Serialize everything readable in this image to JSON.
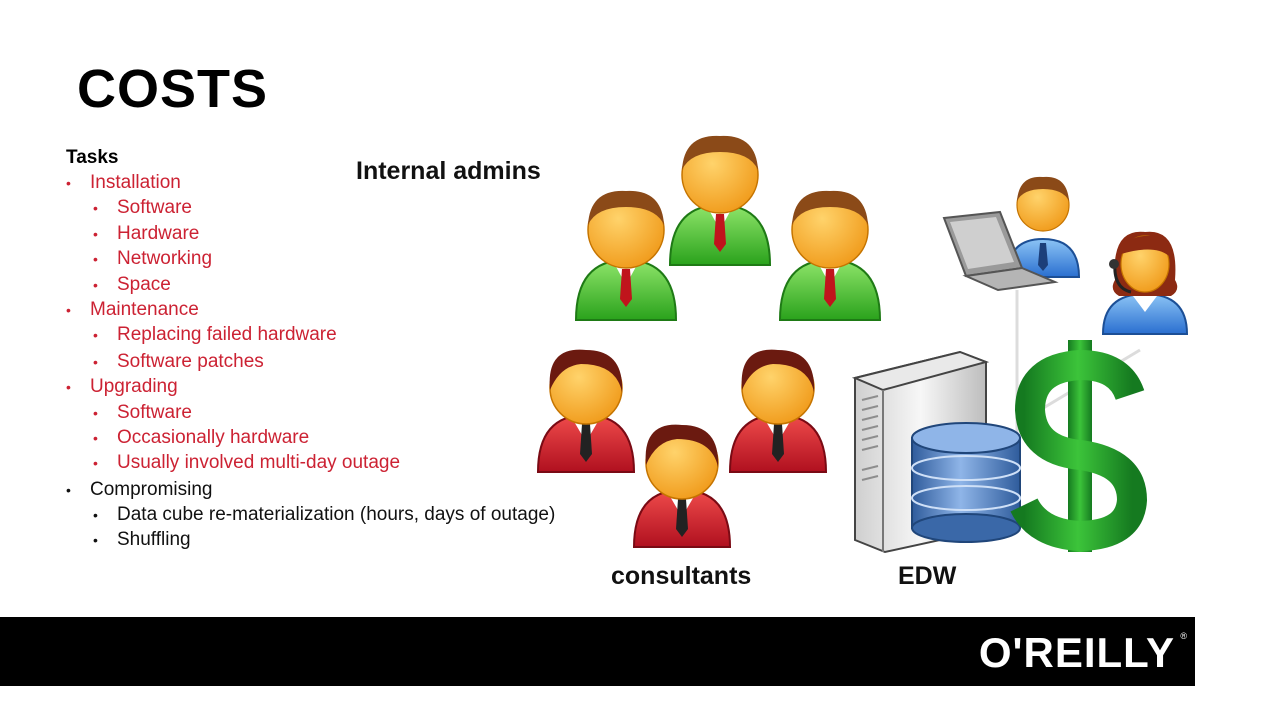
{
  "slide": {
    "title": "COSTS",
    "tasks_heading": "Tasks",
    "bullets": [
      {
        "text": "Installation",
        "level": 1,
        "color": "red"
      },
      {
        "text": "Software",
        "level": 2,
        "color": "red"
      },
      {
        "text": "Hardware",
        "level": 2,
        "color": "red"
      },
      {
        "text": "Networking",
        "level": 2,
        "color": "red"
      },
      {
        "text": "Space",
        "level": 2,
        "color": "red"
      },
      {
        "text": "Maintenance",
        "level": 1,
        "color": "red"
      },
      {
        "text": "Replacing failed hardware",
        "level": 2,
        "color": "red"
      },
      {
        "text": "Software patches",
        "level": 2,
        "color": "red"
      },
      {
        "text": "Upgrading",
        "level": 1,
        "color": "red"
      },
      {
        "text": "Software",
        "level": 2,
        "color": "red"
      },
      {
        "text": "Occasionally hardware",
        "level": 2,
        "color": "red"
      },
      {
        "text": "Usually involved multi-day outage",
        "level": 2,
        "color": "red"
      },
      {
        "text": "Compromising",
        "level": 1,
        "color": "black"
      },
      {
        "text": "Data cube re-materialization (hours, days of outage)",
        "level": 2,
        "color": "black"
      },
      {
        "text": "Shuffling",
        "level": 2,
        "color": "black"
      }
    ],
    "bullet_glyph": "•",
    "labels": {
      "internal_admins": "Internal admins",
      "consultants": "consultants",
      "edw": "EDW"
    },
    "icons": [
      "admin-person-icon",
      "consultant-person-icon",
      "laptop-user-icon",
      "support-agent-icon",
      "server-icon",
      "database-icon",
      "dollar-sign-icon"
    ]
  },
  "footer": {
    "logo": "O'REILLY",
    "trademark": "®"
  },
  "colors": {
    "red_text": "#cc2233",
    "admin_green": "#3fbf2a",
    "consultant_red": "#c8192b",
    "dollar_green": "#1f8f2a",
    "db_blue": "#4a78b8",
    "footer_bg": "#000000"
  }
}
